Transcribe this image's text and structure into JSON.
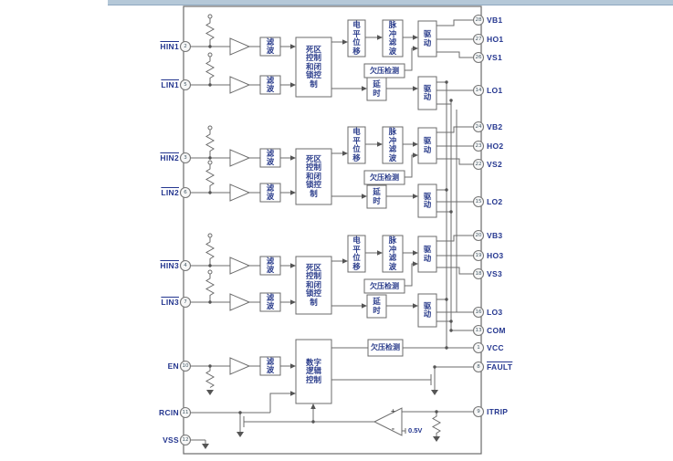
{
  "diagram": {
    "blocks": {
      "filter": "滤\n波",
      "deadtime": "死区\n控制\n和闭\n锁控\n制",
      "level_shift": "电\n平\n位\n移",
      "pulse_filter": "脉\n冲\n滤\n波",
      "driver": "驱\n动",
      "uv_detect": "欠压检测",
      "delay": "延\n时",
      "digital_logic": "数字\n逻辑\n控制"
    },
    "left_pins": [
      {
        "name": "HIN1",
        "number": "2",
        "overline": true
      },
      {
        "name": "LIN1",
        "number": "5",
        "overline": true
      },
      {
        "name": "HIN2",
        "number": "3",
        "overline": true
      },
      {
        "name": "LIN2",
        "number": "6",
        "overline": true
      },
      {
        "name": "HIN3",
        "number": "4",
        "overline": true
      },
      {
        "name": "LIN3",
        "number": "7",
        "overline": true
      },
      {
        "name": "EN",
        "number": "10",
        "overline": false
      },
      {
        "name": "RCIN",
        "number": "11",
        "overline": false
      },
      {
        "name": "VSS",
        "number": "12",
        "overline": false
      }
    ],
    "right_pins": [
      {
        "name": "VB1",
        "number": "28",
        "overline": false
      },
      {
        "name": "HO1",
        "number": "27",
        "overline": false
      },
      {
        "name": "VS1",
        "number": "26",
        "overline": false
      },
      {
        "name": "LO1",
        "number": "14",
        "overline": false
      },
      {
        "name": "VB2",
        "number": "24",
        "overline": false
      },
      {
        "name": "HO2",
        "number": "23",
        "overline": false
      },
      {
        "name": "VS2",
        "number": "22",
        "overline": false
      },
      {
        "name": "LO2",
        "number": "15",
        "overline": false
      },
      {
        "name": "VB3",
        "number": "20",
        "overline": false
      },
      {
        "name": "HO3",
        "number": "19",
        "overline": false
      },
      {
        "name": "VS3",
        "number": "18",
        "overline": false
      },
      {
        "name": "LO3",
        "number": "16",
        "overline": false
      },
      {
        "name": "COM",
        "number": "13",
        "overline": false
      },
      {
        "name": "VCC",
        "number": "1",
        "overline": false
      },
      {
        "name": "FAULT",
        "number": "8",
        "overline": true
      },
      {
        "name": "ITRIP",
        "number": "9",
        "overline": false
      }
    ],
    "comparator": {
      "plus": "+",
      "minus": "-",
      "reference": "0.5V"
    },
    "colors": {
      "top_band": "#b5c8d8",
      "wire": "#6b6b6b",
      "pin_label": "#24368f",
      "block_label": "#2c3e8c",
      "background": "#ffffff"
    }
  }
}
